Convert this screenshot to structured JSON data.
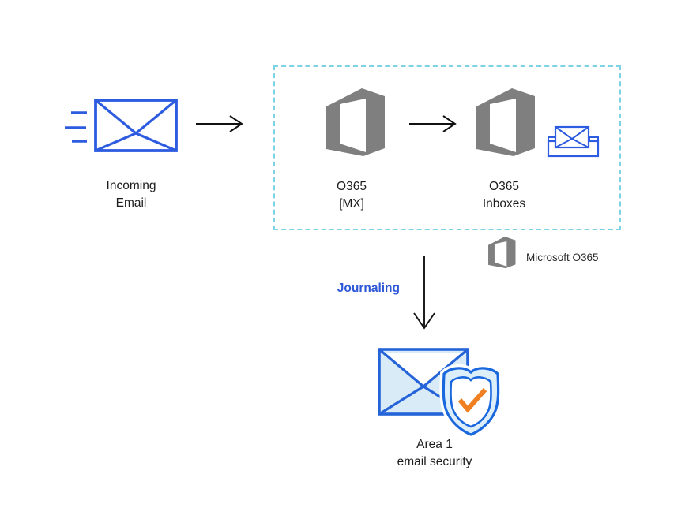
{
  "colors": {
    "blue": "#2d5ce0",
    "area1_blue": "#2563d9",
    "shield_blue": "#1a68de",
    "light_blue_fill": "#d8ebf6",
    "shield_fill": "#dbeef9",
    "check_orange": "#f08021",
    "logo_gray": "#7f7f7f",
    "dashed_border": "#7dd2e4",
    "journaling_blue": "#2e58d8",
    "arrow_black": "#111111",
    "text_black": "#1d1d1d"
  },
  "nodes": {
    "incoming_email": {
      "line1": "Incoming",
      "line2": "Email"
    },
    "o365_mx": {
      "line1": "O365",
      "line2": "[MX]"
    },
    "o365_inboxes": {
      "line1": "O365",
      "line2": "Inboxes"
    },
    "area1": {
      "line1": "Area 1",
      "line2": "email security"
    }
  },
  "legend": {
    "label": "Microsoft O365"
  },
  "flow": {
    "journaling_label": "Journaling"
  },
  "icons": {
    "speed_lines": "three horizontal motion dashes",
    "envelope": "outlined envelope with X flap",
    "office_logo": "gray Microsoft Office 365 logo",
    "inbox_tray": "small envelope sitting in inbox tray",
    "arrow_right": "thin black arrow pointing right",
    "arrow_down": "thin black arrow pointing down",
    "shield_check": "envelope with shield and orange checkmark"
  }
}
